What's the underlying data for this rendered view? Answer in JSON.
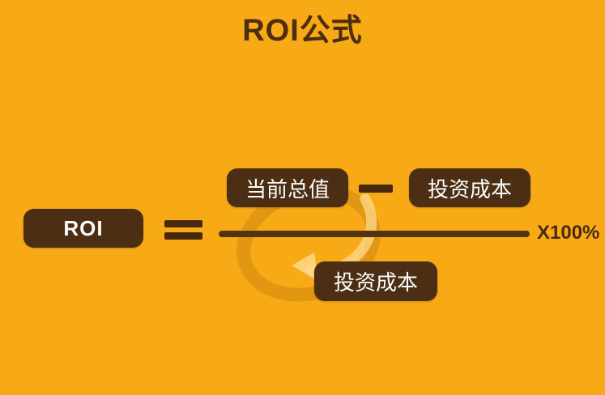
{
  "page": {
    "title": "ROI公式"
  },
  "colors": {
    "background": "#F8AA16",
    "dark_brown": "#4A2E0E",
    "box_fill": "#4B2E13",
    "box_text": "#FCFCFC",
    "fraction_line": "#523312",
    "watermark_ring": "#C5800A",
    "watermark_arrow": "#FDD98F"
  },
  "formula": {
    "result": "ROI",
    "operator_equals": "=",
    "numerator_left": "当前总值",
    "operator_minus": "−",
    "numerator_right": "投资成本",
    "denominator": "投资成本",
    "multiplier": "X100%"
  },
  "watermark": {
    "icon": "swirl-arrow-logo"
  }
}
